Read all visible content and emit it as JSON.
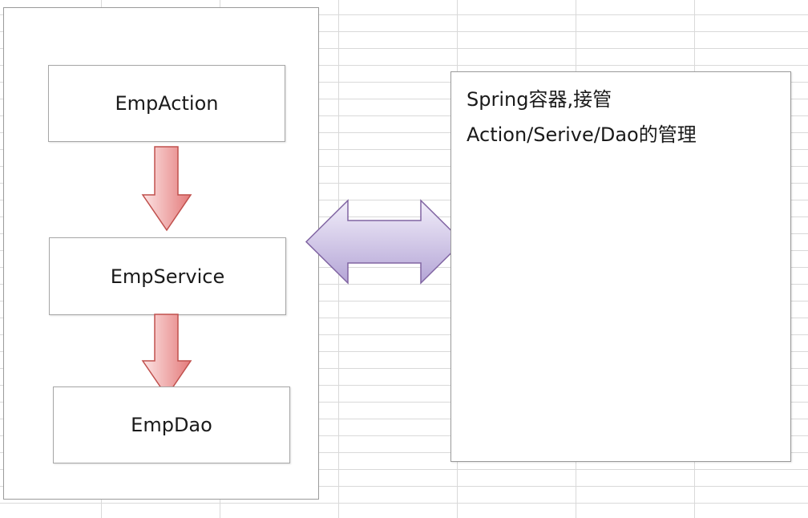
{
  "diagram": {
    "layers": {
      "action": "EmpAction",
      "service": "EmpService",
      "dao": "EmpDao"
    },
    "container": {
      "lines": [
        "Spring容器,接管",
        "Action/Serive/Dao的管理"
      ]
    },
    "colors": {
      "down_arrow_light": "#fce4e4",
      "down_arrow_dark": "#e47a7a",
      "down_arrow_stroke": "#c0504d",
      "double_arrow_light": "#f2eefa",
      "double_arrow_dark": "#b4a5d6",
      "double_arrow_stroke": "#8064a2"
    }
  }
}
